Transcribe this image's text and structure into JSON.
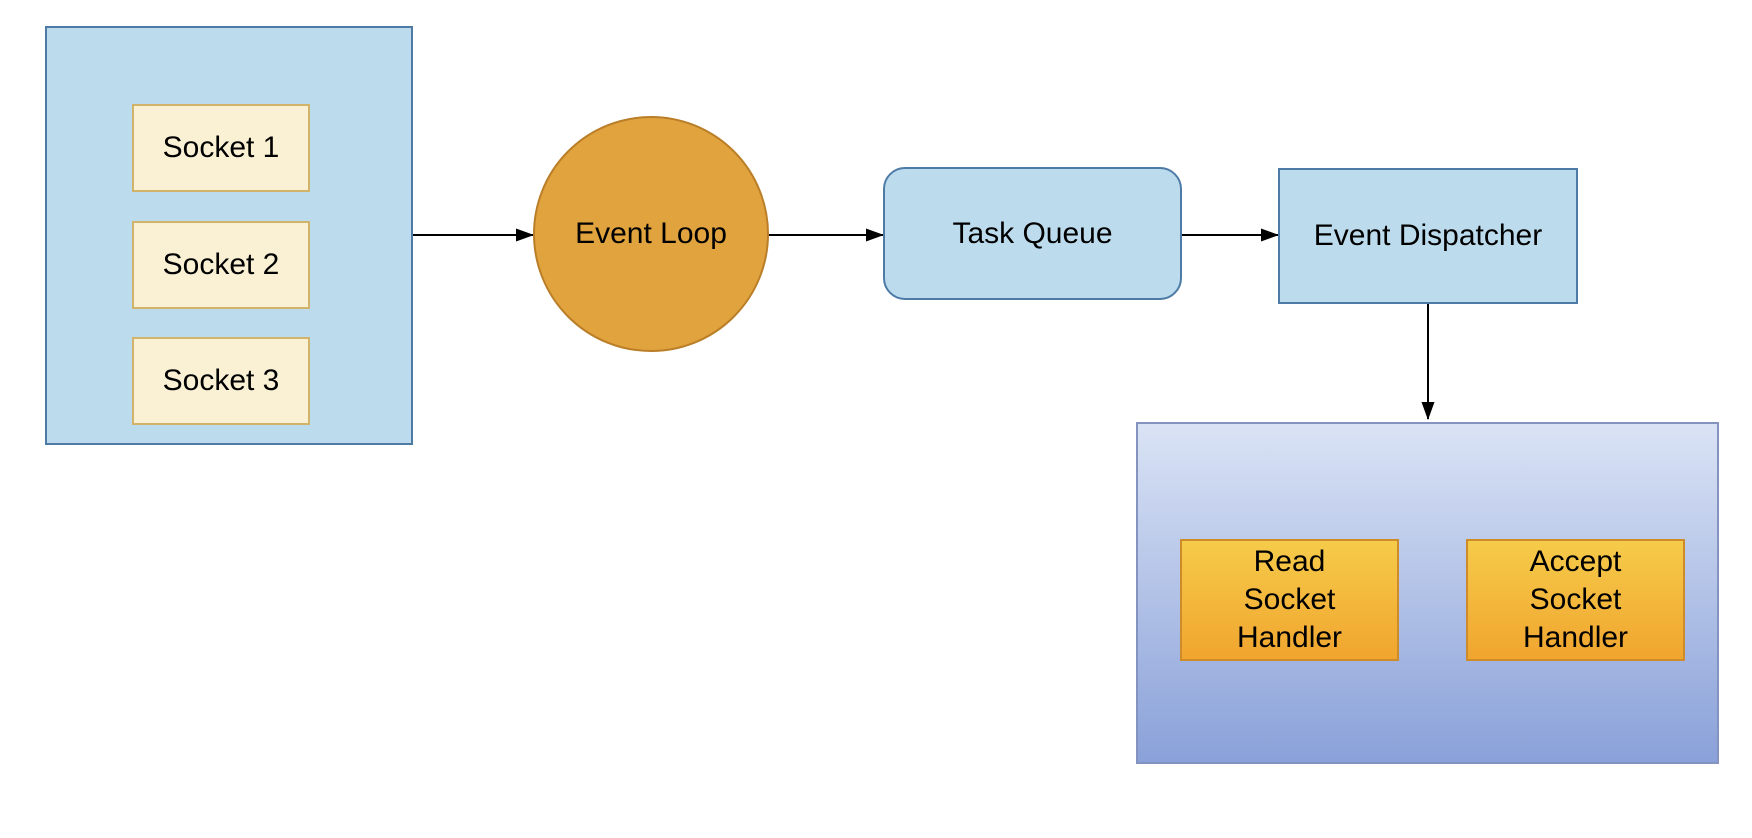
{
  "colors": {
    "canvas_bg": "#FFFFFF",
    "container_fill": "#BCDCEE",
    "container_stroke": "#4D7BA6",
    "socket_fill": "#FAF1D4",
    "socket_stroke": "#D2B36A",
    "circle_fill": "#E1A33D",
    "circle_stroke": "#BA7E28",
    "grad_container_top": "#DAE3F5",
    "grad_container_bottom": "#8AA1D9",
    "grad_container_stroke": "#8593C0",
    "handler_top": "#F6CB4A",
    "handler_bottom": "#F0A52F",
    "handler_stroke": "#CE8B29",
    "connector": "#000000",
    "text": "#000000"
  },
  "nodes": {
    "sockets": [
      {
        "label": "Socket 1"
      },
      {
        "label": "Socket 2"
      },
      {
        "label": "Socket 3"
      }
    ],
    "event_loop": {
      "label": "Event Loop"
    },
    "task_queue": {
      "label": "Task Queue"
    },
    "event_dispatcher": {
      "label": "Event Dispatcher"
    },
    "handlers": [
      {
        "lines": [
          "Read",
          "Socket",
          "Handler"
        ]
      },
      {
        "lines": [
          "Accept",
          "Socket",
          "Handler"
        ]
      }
    ]
  }
}
